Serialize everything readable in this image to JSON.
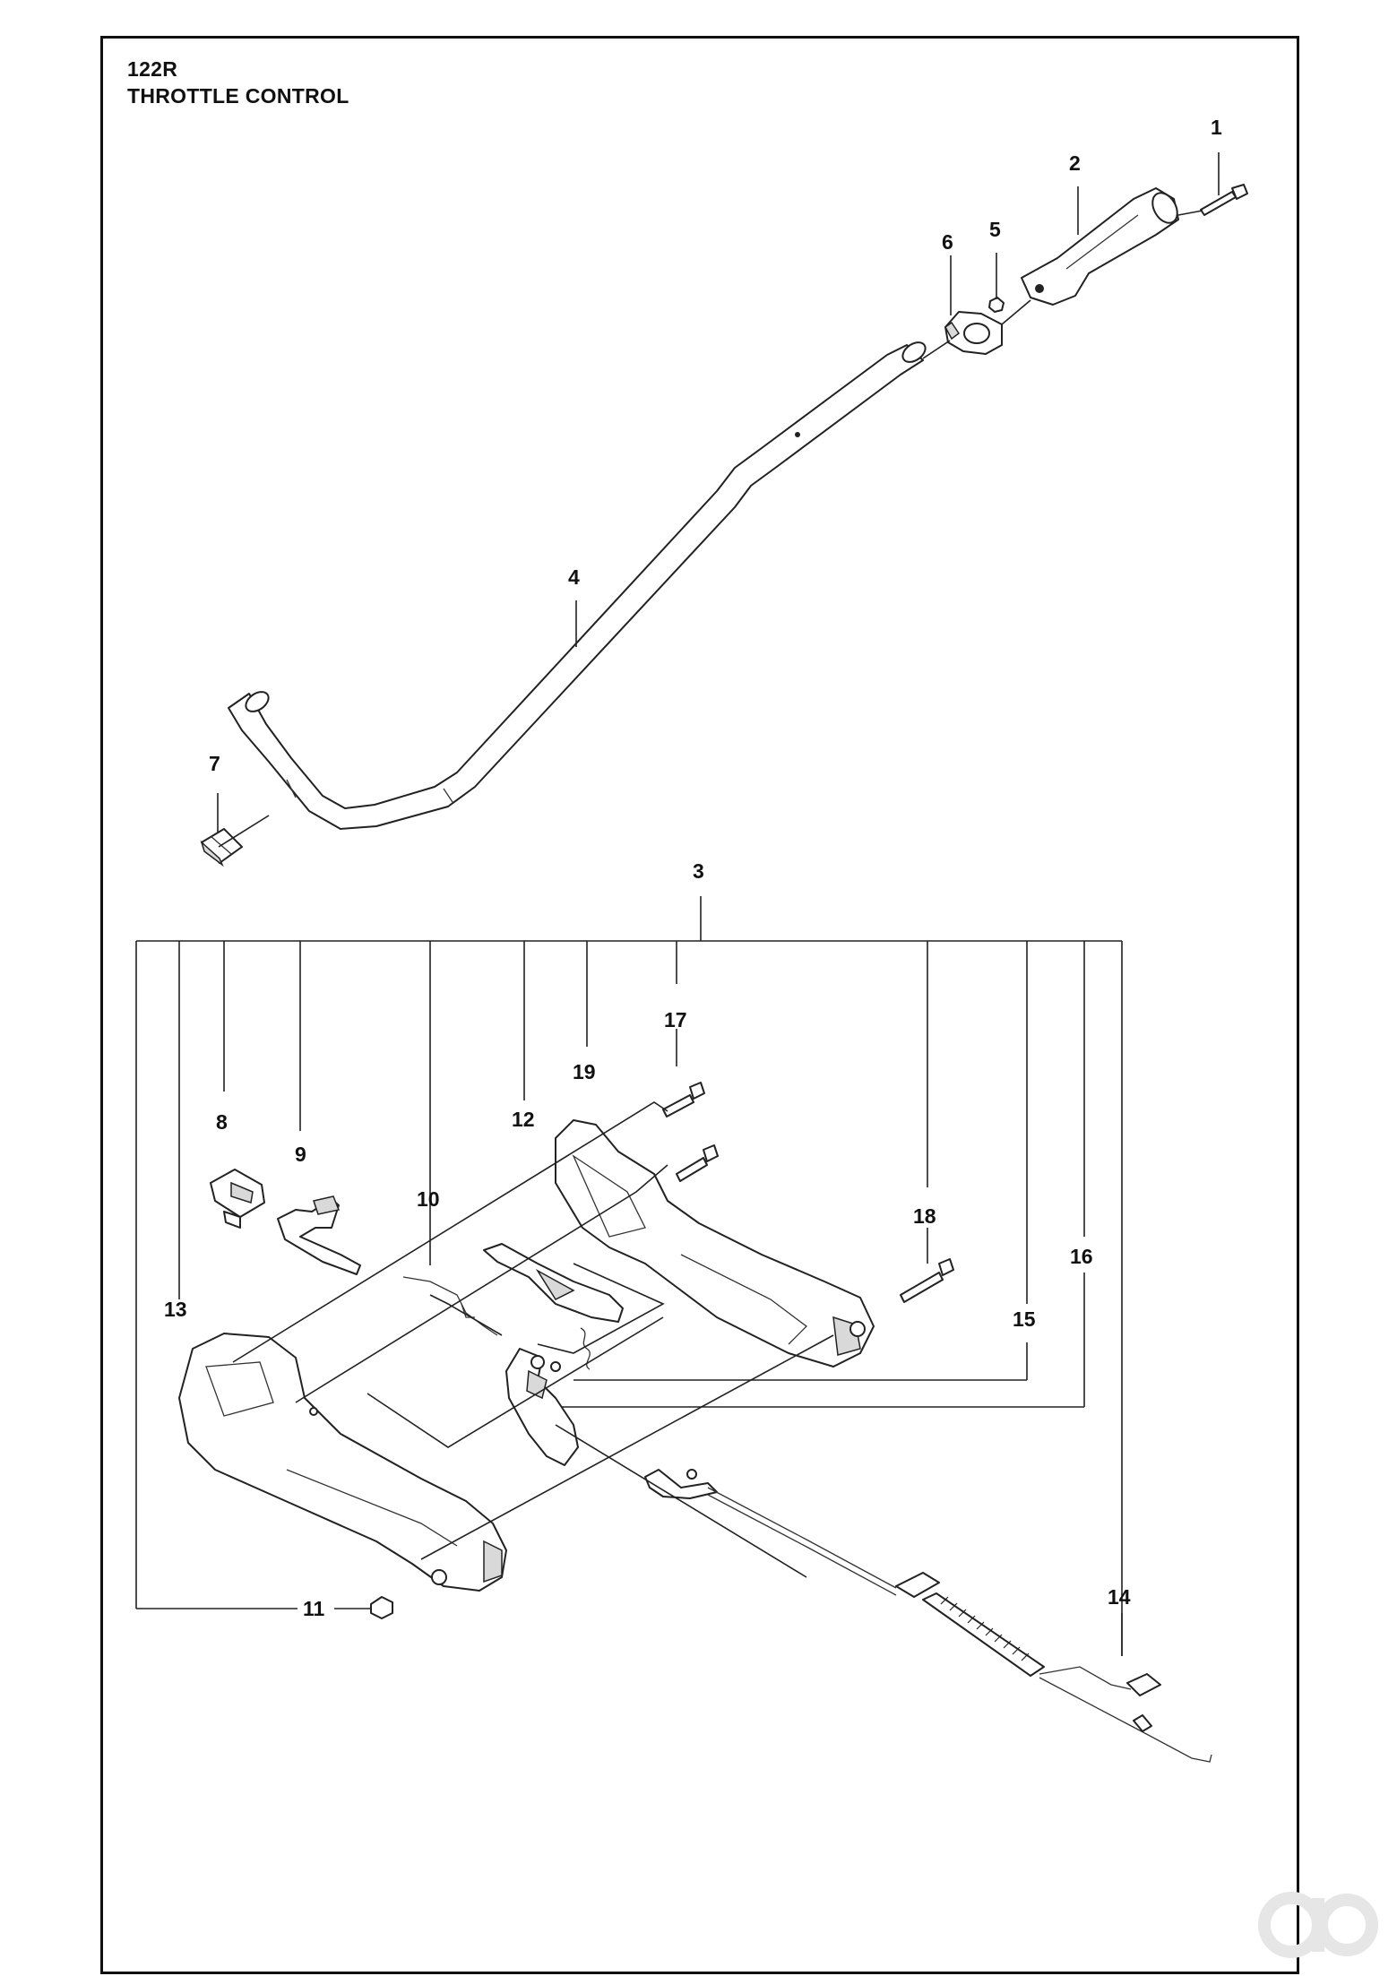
{
  "header": {
    "model": "122R",
    "title": "THROTTLE CONTROL"
  },
  "callouts": {
    "c1": "1",
    "c2": "2",
    "c3": "3",
    "c4": "4",
    "c5": "5",
    "c6": "6",
    "c7": "7",
    "c8": "8",
    "c9": "9",
    "c10": "10",
    "c11": "11",
    "c12": "12",
    "c13": "13",
    "c14": "14",
    "c15": "15",
    "c16": "16",
    "c17": "17",
    "c18": "18",
    "c19": "19"
  },
  "colors": {
    "line": "#222222",
    "shade": "#d9d9d9",
    "watermark": "#e6e6e6"
  }
}
